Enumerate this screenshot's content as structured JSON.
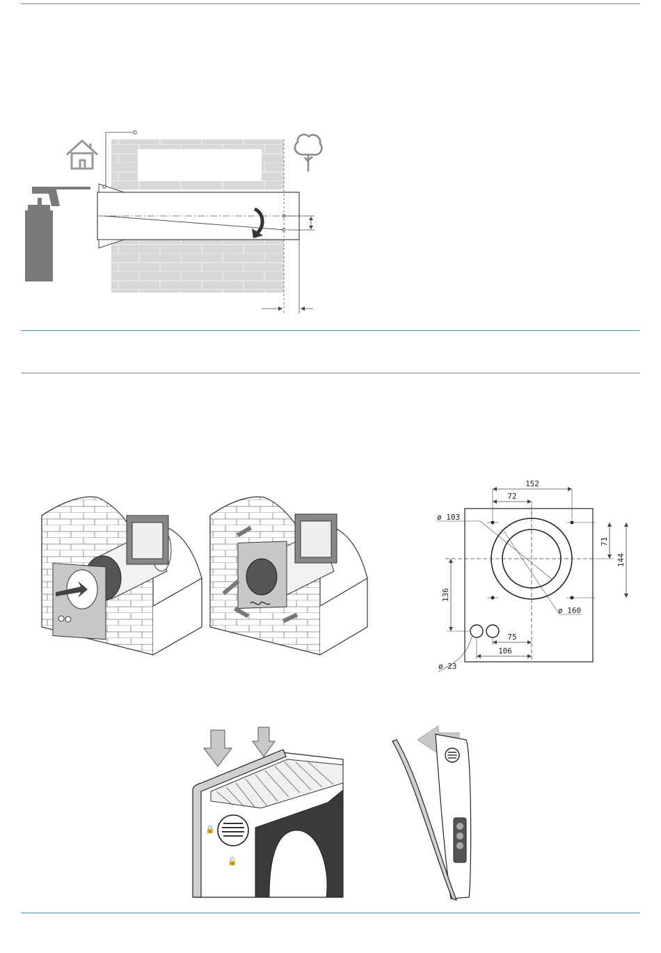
{
  "colors": {
    "rule": "#5a8fb0",
    "wall": "#d8d8d8",
    "spray": "#7a7a7a",
    "metal": "#c8c8c8"
  },
  "icons": [
    "house-icon",
    "tree-icon",
    "spray-foam-can-icon",
    "rotation-arrow-icon",
    "push-down-arrow-icon",
    "pull-away-arrow-icon",
    "lock-icon",
    "unlock-icon"
  ],
  "template_drawing": {
    "dimensions": {
      "width_total": "152",
      "width_half": "72",
      "duct_inner_dia": "ø 103",
      "duct_outer_dia": "ø 160",
      "height_upper": "71",
      "height_total": "144",
      "height_left": "136",
      "cable_dia": "ø 23",
      "cable_offset_1": "75",
      "cable_offset_2": "106"
    }
  }
}
